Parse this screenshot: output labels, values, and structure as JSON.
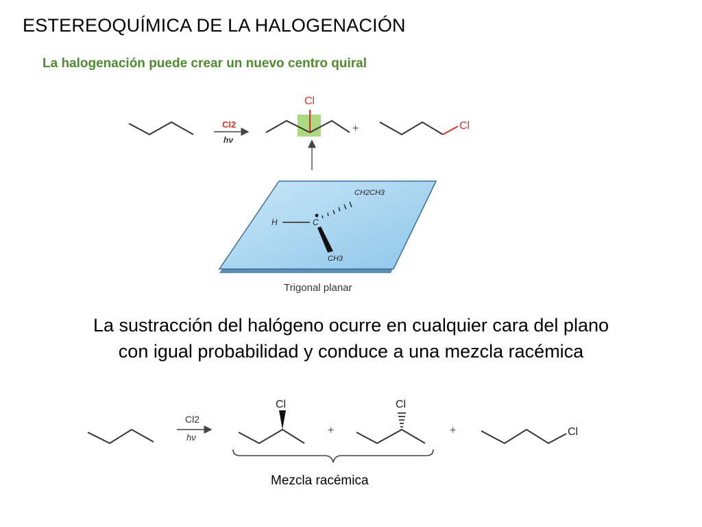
{
  "slide": {
    "title": "ESTEREOQUÍMICA DE LA HALOGENACIÓN",
    "subtitle": "La halogenación puede crear un nuevo centro quiral",
    "body_line1": "La sustracción del halógeno ocurre en cualquier cara del plano",
    "body_line2": "con igual probabilidad y conduce a una mezcla racémica",
    "racemic_label": "Mezcla racémica"
  },
  "reaction_top": {
    "reagent": "Cl2",
    "condition": "hν",
    "plus": "+",
    "product1_substituent": "Cl",
    "product2_substituent": "Cl"
  },
  "radical_diagram": {
    "substituent_top": "CH2CH3",
    "substituent_left": "H",
    "center_atom": "C",
    "substituent_bottom": "CH3",
    "caption": "Trigonal planar"
  },
  "reaction_bottom": {
    "reagent": "Cl2",
    "condition": "hν",
    "plus": "+",
    "enantiomer1_substituent": "Cl",
    "enantiomer2_substituent": "Cl",
    "product3_substituent": "Cl"
  },
  "colors": {
    "subtitle": "#4e8b2f",
    "chlorine_red": "#e0302a",
    "highlight_green": "#9fd46a",
    "plane_fill": "#a9d7f2",
    "plane_edge": "#3a6f98"
  }
}
